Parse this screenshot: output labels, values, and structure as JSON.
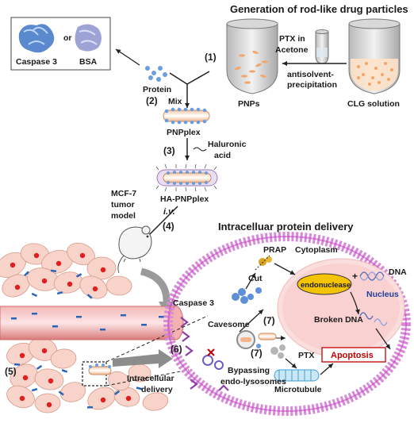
{
  "title": "Generation of rod-like drug particles",
  "steps": {
    "s1": "(1)",
    "s2": "(2)",
    "s3": "(3)",
    "s4": "(4)",
    "s5": "(5)",
    "s6": "(6)",
    "s7a": "(7)",
    "s7b": "(7)"
  },
  "synthesis": {
    "ptx_line1": "PTX in",
    "ptx_line2": "Acetone",
    "antisolvent_line1": "antisolvent-",
    "antisolvent_line2": "precipitation",
    "pnps": "PNPs",
    "clg_solution": "CLG solution",
    "caspase3": "Caspase 3",
    "or": "or",
    "bsa": "BSA",
    "protein": "Protein",
    "mix": "Mix",
    "pnpplex": "PNPplex",
    "haluronic_line1": "Haluronic",
    "haluronic_line2": "acid",
    "ha_pnpplex": "HA-PNPplex",
    "iv": "i.v.",
    "mcf7_line1": "MCF-7",
    "mcf7_line2": "tumor",
    "mcf7_line3": "model"
  },
  "delivery": {
    "header": "Intracelluar protein delivery",
    "prap": "PRAP",
    "cytoplasm": "Cytoplasm",
    "cut": "Cut",
    "endonuclease": "endonuclease",
    "plus": "+",
    "dna": "DNA",
    "nucleus": "Nucleus",
    "caspase3": "Caspase 3",
    "broken_dna": "Broken DNA",
    "cavesome": "Cavesome",
    "apoptosis": "Apoptosis",
    "ptx": "PTX",
    "bypass_line1": "Bypassing",
    "bypass_line2": "endo-lysosomes",
    "intracellular_line1": "Intracellular",
    "intracellular_line2": "delivery",
    "microtubule": "Microtubule"
  },
  "colors": {
    "membrane": "#cc44cc",
    "nucleus": "#f9c4c4",
    "endonuclease": "#f5c400",
    "protein": "#5f8fd6",
    "apoptosis_border": "#c00000",
    "microtubule": "#3ea0d8",
    "cell_fill": "#f7d3c9",
    "vessel": "#e88e8e"
  }
}
